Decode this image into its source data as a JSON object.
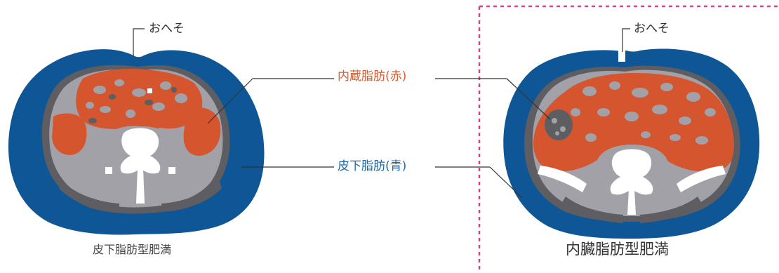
{
  "labels": {
    "navel": "おへそ",
    "visceral_fat": "内蔵脂肪(赤)",
    "subcutaneous_fat": "皮下脂肪(青)"
  },
  "captions": {
    "left": "皮下脂肪型肥満",
    "right": "内臓脂肪型肥満"
  },
  "colors": {
    "subcutaneous_fat": "#0e5695",
    "visceral_fat": "#d4552e",
    "muscle": "#a3a1a8",
    "tissue_dark": "#5e5d61",
    "bone": "#ffffff",
    "visceral_label": "#d95b2d",
    "subcutaneous_label": "#1d6aa8",
    "highlight_border": "#e23a8c",
    "leader_line": "#333333"
  }
}
